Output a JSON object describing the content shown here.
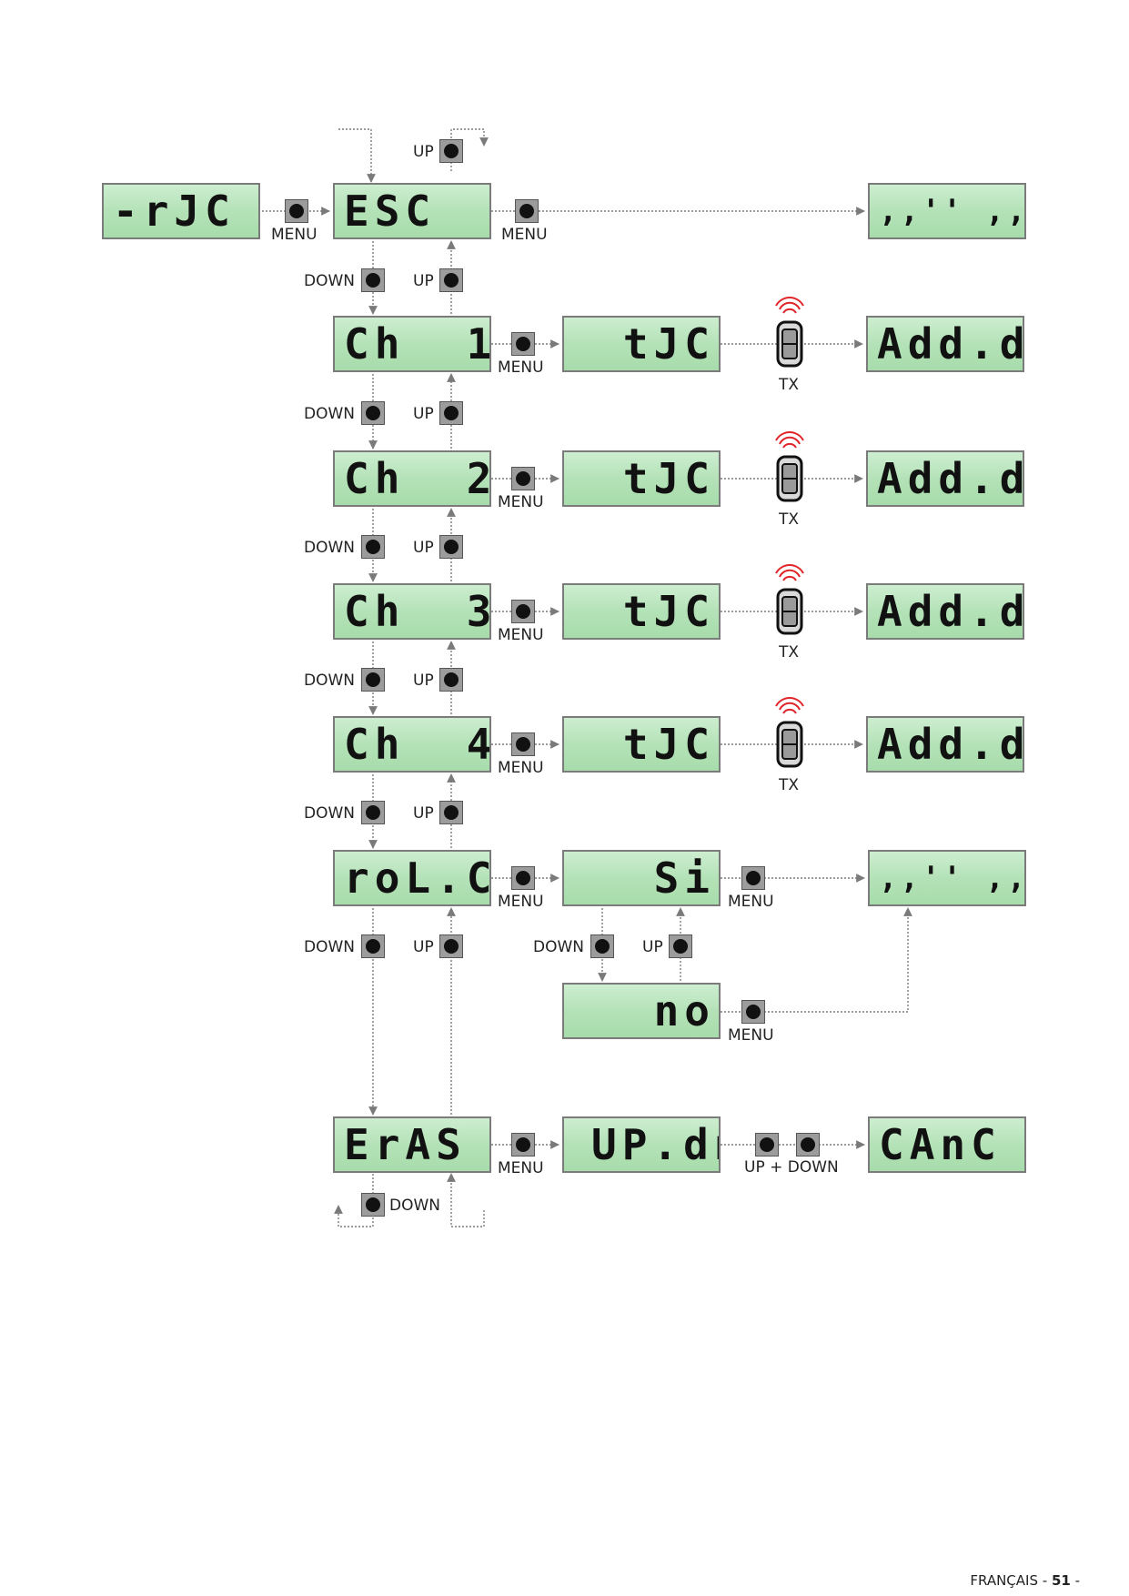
{
  "displays": {
    "rxc": "-rJC",
    "esc": "ESC",
    "dashes_top": ",,'' ,,",
    "ch1": "Ch  1",
    "ch2": "Ch  2",
    "ch3": "Ch  3",
    "ch4": "Ch  4",
    "txc": "tJC",
    "added": "Add.d",
    "rolc": "roL.C",
    "si": "Si",
    "no": "no",
    "dashes_mid": ",,'' ,,",
    "eras": "ErAS",
    "updn": "UP.dn",
    "canc": "CAnC"
  },
  "labels": {
    "menu": "MENU",
    "up": "UP",
    "down": "DOWN",
    "tx": "TX",
    "up_down": "UP + DOWN"
  },
  "footer": {
    "language": "FRANÇAIS - ",
    "page": "51",
    "suffix": " -"
  },
  "colors": {
    "lcd_green": "#b4e2b8",
    "lcd_border": "#7b7b7b",
    "connector": "#7a7a7a",
    "signal_red": "#e0262b"
  }
}
